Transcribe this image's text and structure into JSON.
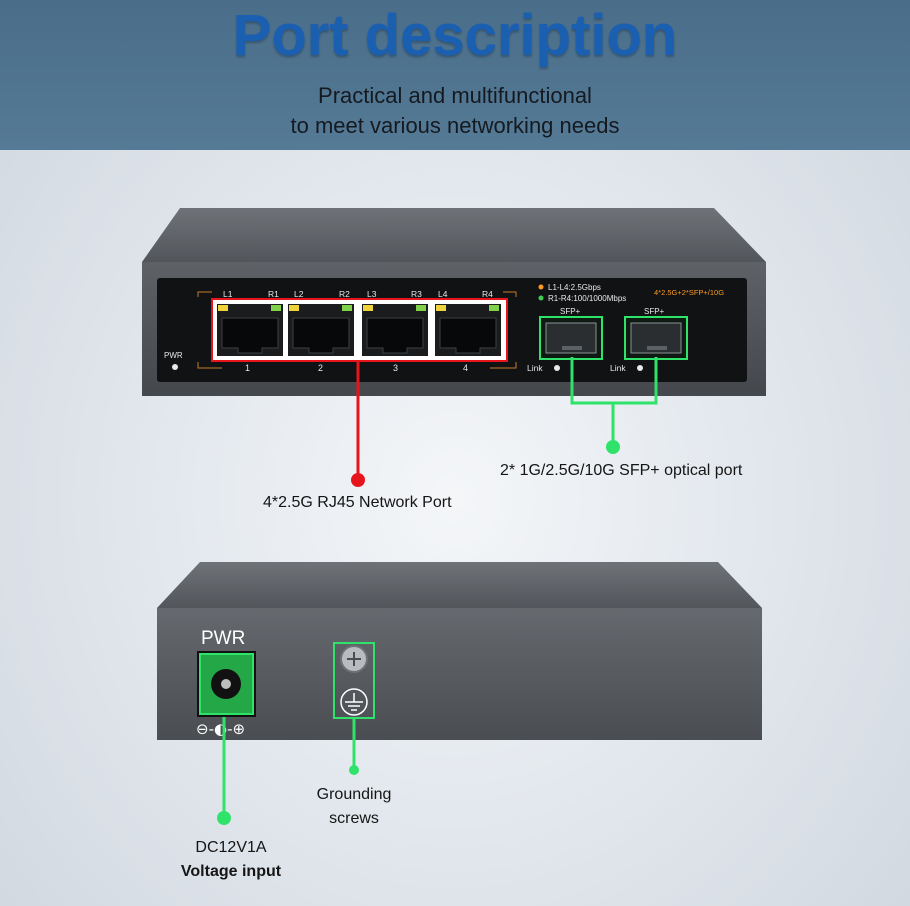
{
  "header": {
    "title": "Port description",
    "subtitle_line1": "Practical and multifunctional",
    "subtitle_line2": "to meet various networking needs"
  },
  "front_panel": {
    "pwr_label": "PWR",
    "port_top_labels": [
      "L1",
      "R1",
      "L2",
      "R2",
      "L3",
      "R3",
      "L4",
      "R4"
    ],
    "port_numbers": [
      "1",
      "2",
      "3",
      "4"
    ],
    "legend_l": "L1-L4:2.5Gbps",
    "legend_r": "R1-R4:100/1000Mbps",
    "model_text": "4*2.5G+2*SFP+/10G",
    "sfp_label": "SFP+",
    "link_label": "Link"
  },
  "callouts": {
    "rj45": "4*2.5G RJ45 Network Port",
    "sfp": "2* 1G/2.5G/10G SFP+ optical port",
    "grounding_line1": "Grounding",
    "grounding_line2": "screws",
    "dc_line1": "DC12V1A",
    "dc_line2": "Voltage input"
  },
  "rear_panel": {
    "pwr_label": "PWR",
    "polarity": "⊖-◐-⊕"
  },
  "colors": {
    "title": "#1a5fb0",
    "header_bg": "#4a6e8a",
    "red_callout": "#e8141b",
    "green_callout": "#2fe36a",
    "orange_led": "#ff9a1f",
    "green_led": "#3fcf4f"
  }
}
